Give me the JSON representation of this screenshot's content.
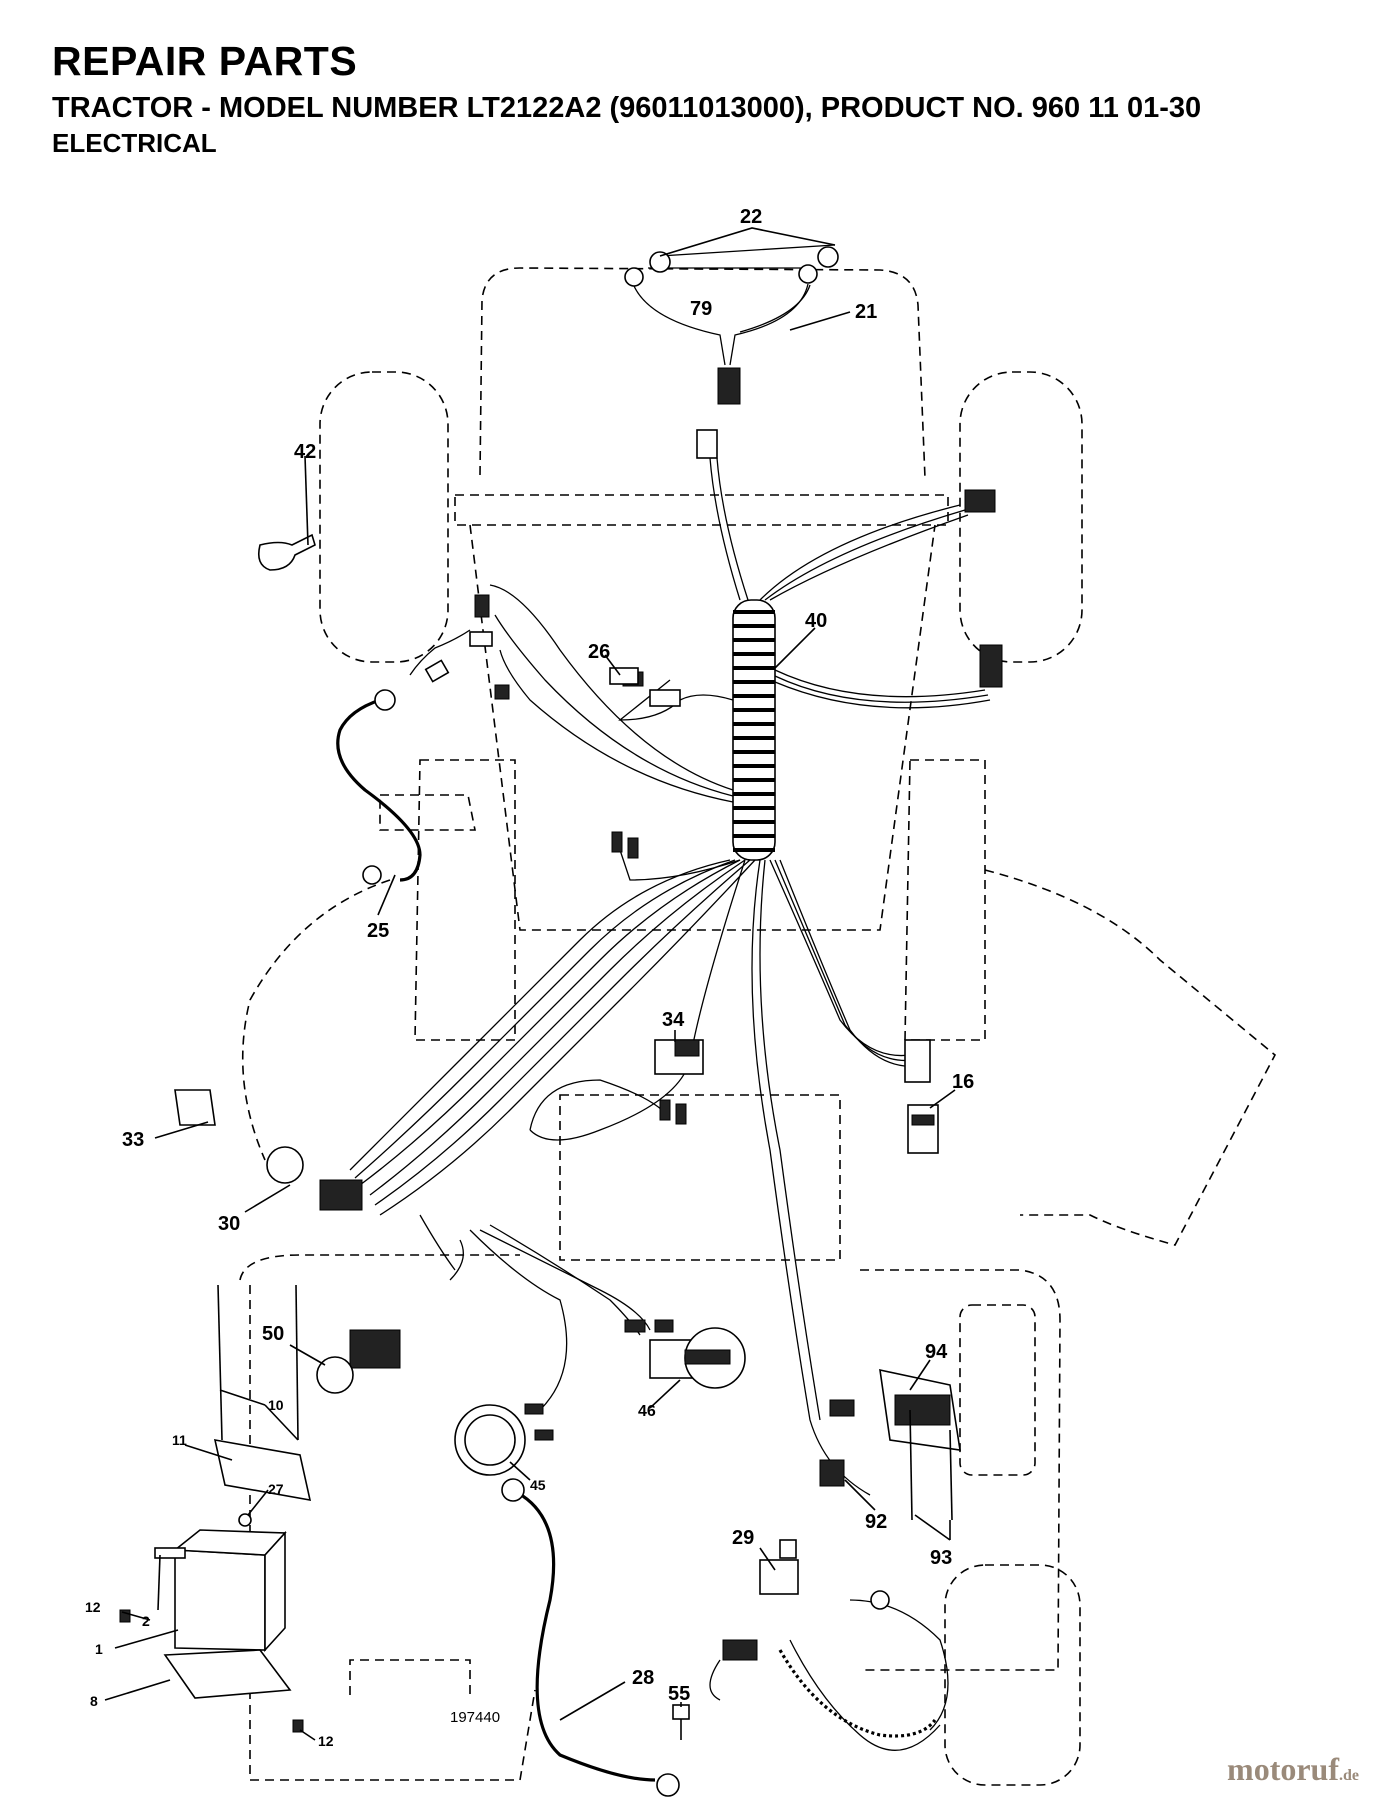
{
  "header": {
    "title": "REPAIR PARTS",
    "subtitle": "TRACTOR - MODEL NUMBER LT2122A2 (96011013000), PRODUCT NO. 960 11 01-30",
    "section": "ELECTRICAL"
  },
  "drawing_number": "197440",
  "callouts": [
    "22",
    "79",
    "21",
    "42",
    "40",
    "26",
    "25",
    "34",
    "16",
    "33",
    "30",
    "50",
    "10",
    "11",
    "27",
    "12",
    "2",
    "1",
    "8",
    "46",
    "45",
    "94",
    "29",
    "92",
    "93",
    "55",
    "28",
    "12"
  ],
  "watermark": {
    "brand": "motoruf",
    "suffix": ".de"
  }
}
